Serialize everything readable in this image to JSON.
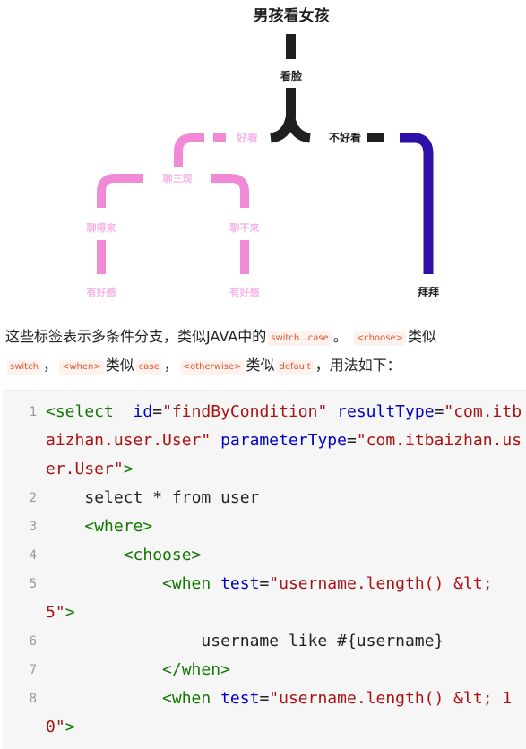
{
  "diagram": {
    "title": "男孩看女孩",
    "node_look": "看脸",
    "branch_good": "好看",
    "branch_bad": "不好看",
    "node_chat": "聊三观",
    "chat_ok": "聊得来",
    "chat_fail": "聊不来",
    "result_ok": "有好感",
    "result_fail": "有好感",
    "result_bad": "拜拜",
    "colors": {
      "dark": "#1f1f1f",
      "pink": "#f08ad6",
      "pink_text": "#f4b6e6",
      "purple": "#2e0fa8"
    }
  },
  "intro": {
    "part1": "这些标签表示多条件分支，类似JAVA中的",
    "tag_switch_case": "switch...case",
    "part2": "。",
    "tag_choose": "<choose>",
    "part3": "类似",
    "tag_switch": "switch",
    "part4": "，",
    "tag_when": "<when>",
    "part5": "类似",
    "tag_case": "case",
    "part6": "，",
    "tag_otherwise": "<otherwise>",
    "part7": "类似",
    "tag_default": "default",
    "part8": "，用法如下："
  },
  "code": {
    "lines": [
      {
        "num": "1",
        "indent": "",
        "tokens": [
          [
            "kw",
            "<select"
          ],
          [
            "",
            "  "
          ],
          [
            "at",
            "id"
          ],
          [
            "",
            "="
          ],
          [
            "str",
            "\"findByCondition\""
          ],
          [
            "",
            " "
          ],
          [
            "at",
            "resultType"
          ],
          [
            "",
            "="
          ],
          [
            "str",
            "\"com.itbaizhan.user.User\""
          ],
          [
            "",
            " "
          ],
          [
            "at",
            "parameterType"
          ],
          [
            "",
            "="
          ],
          [
            "str",
            "\"com.itbaizhan.user.User\""
          ],
          [
            "kw",
            ">"
          ]
        ]
      },
      {
        "num": "2",
        "tokens": [
          [
            "",
            "    select * from user"
          ]
        ]
      },
      {
        "num": "3",
        "tokens": [
          [
            "",
            "    "
          ],
          [
            "kw",
            "<where>"
          ]
        ]
      },
      {
        "num": "4",
        "tokens": [
          [
            "",
            "        "
          ],
          [
            "kw",
            "<choose>"
          ]
        ]
      },
      {
        "num": "5",
        "tokens": [
          [
            "",
            "            "
          ],
          [
            "kw",
            "<when"
          ],
          [
            "",
            " "
          ],
          [
            "at",
            "test"
          ],
          [
            "",
            "="
          ],
          [
            "str",
            "\"username.length() &lt; 5\""
          ],
          [
            "kw",
            ">"
          ]
        ]
      },
      {
        "num": "6",
        "tokens": [
          [
            "",
            "                username like #{username}"
          ]
        ]
      },
      {
        "num": "7",
        "tokens": [
          [
            "",
            "            "
          ],
          [
            "kw",
            "</when>"
          ]
        ]
      },
      {
        "num": "8",
        "tokens": [
          [
            "",
            "            "
          ],
          [
            "kw",
            "<when"
          ],
          [
            "",
            " "
          ],
          [
            "at",
            "test"
          ],
          [
            "",
            "="
          ],
          [
            "str",
            "\"username.length() &lt; 10\""
          ],
          [
            "kw",
            ">"
          ]
        ]
      }
    ]
  }
}
